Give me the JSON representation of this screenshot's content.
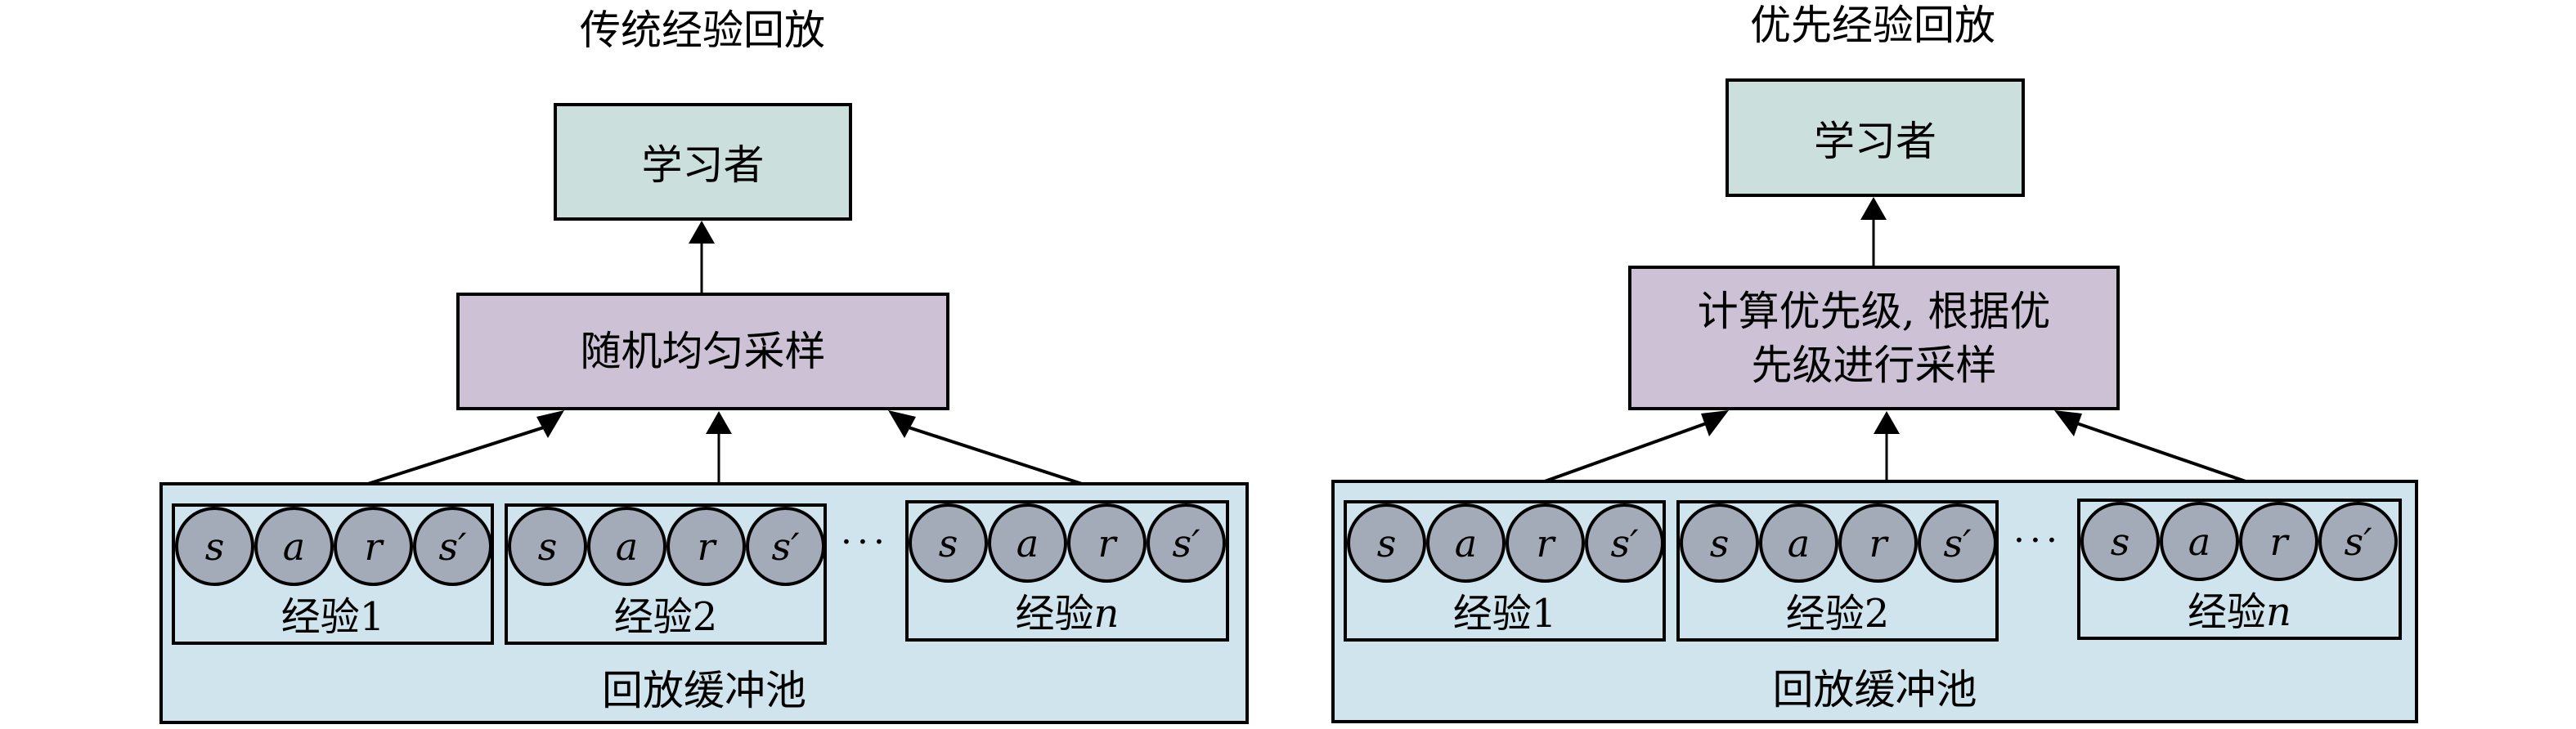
{
  "panels": [
    {
      "id": "traditional",
      "title": "传统经验回放",
      "learner_label": "学习者",
      "sampler_lines": [
        "随机均匀采样"
      ],
      "pool_label": "回放缓冲池",
      "ellipsis": "···",
      "experiences": [
        {
          "label": "经验",
          "index": "1",
          "index_italic": false,
          "fields": [
            "s",
            "a",
            "r",
            "s′"
          ]
        },
        {
          "label": "经验",
          "index": "2",
          "index_italic": false,
          "fields": [
            "s",
            "a",
            "r",
            "s′"
          ]
        },
        {
          "label": "经验",
          "index": "n",
          "index_italic": true,
          "fields": [
            "s",
            "a",
            "r",
            "s′"
          ]
        }
      ]
    },
    {
      "id": "prioritized",
      "title": "优先经验回放",
      "learner_label": "学习者",
      "sampler_lines": [
        "计算优先级, 根据优",
        "先级进行采样"
      ],
      "pool_label": "回放缓冲池",
      "ellipsis": "···",
      "experiences": [
        {
          "label": "经验",
          "index": "1",
          "index_italic": false,
          "fields": [
            "s",
            "a",
            "r",
            "s′"
          ]
        },
        {
          "label": "经验",
          "index": "2",
          "index_italic": false,
          "fields": [
            "s",
            "a",
            "r",
            "s′"
          ]
        },
        {
          "label": "经验",
          "index": "n",
          "index_italic": true,
          "fields": [
            "s",
            "a",
            "r",
            "s′"
          ]
        }
      ]
    }
  ],
  "colors": {
    "learner_fill": "#cbdfdc",
    "sampler_fill": "#cdc1d6",
    "pool_fill": "#cfe4ec",
    "field_circle_fill": "#a3aab8",
    "stroke": "#000000"
  }
}
